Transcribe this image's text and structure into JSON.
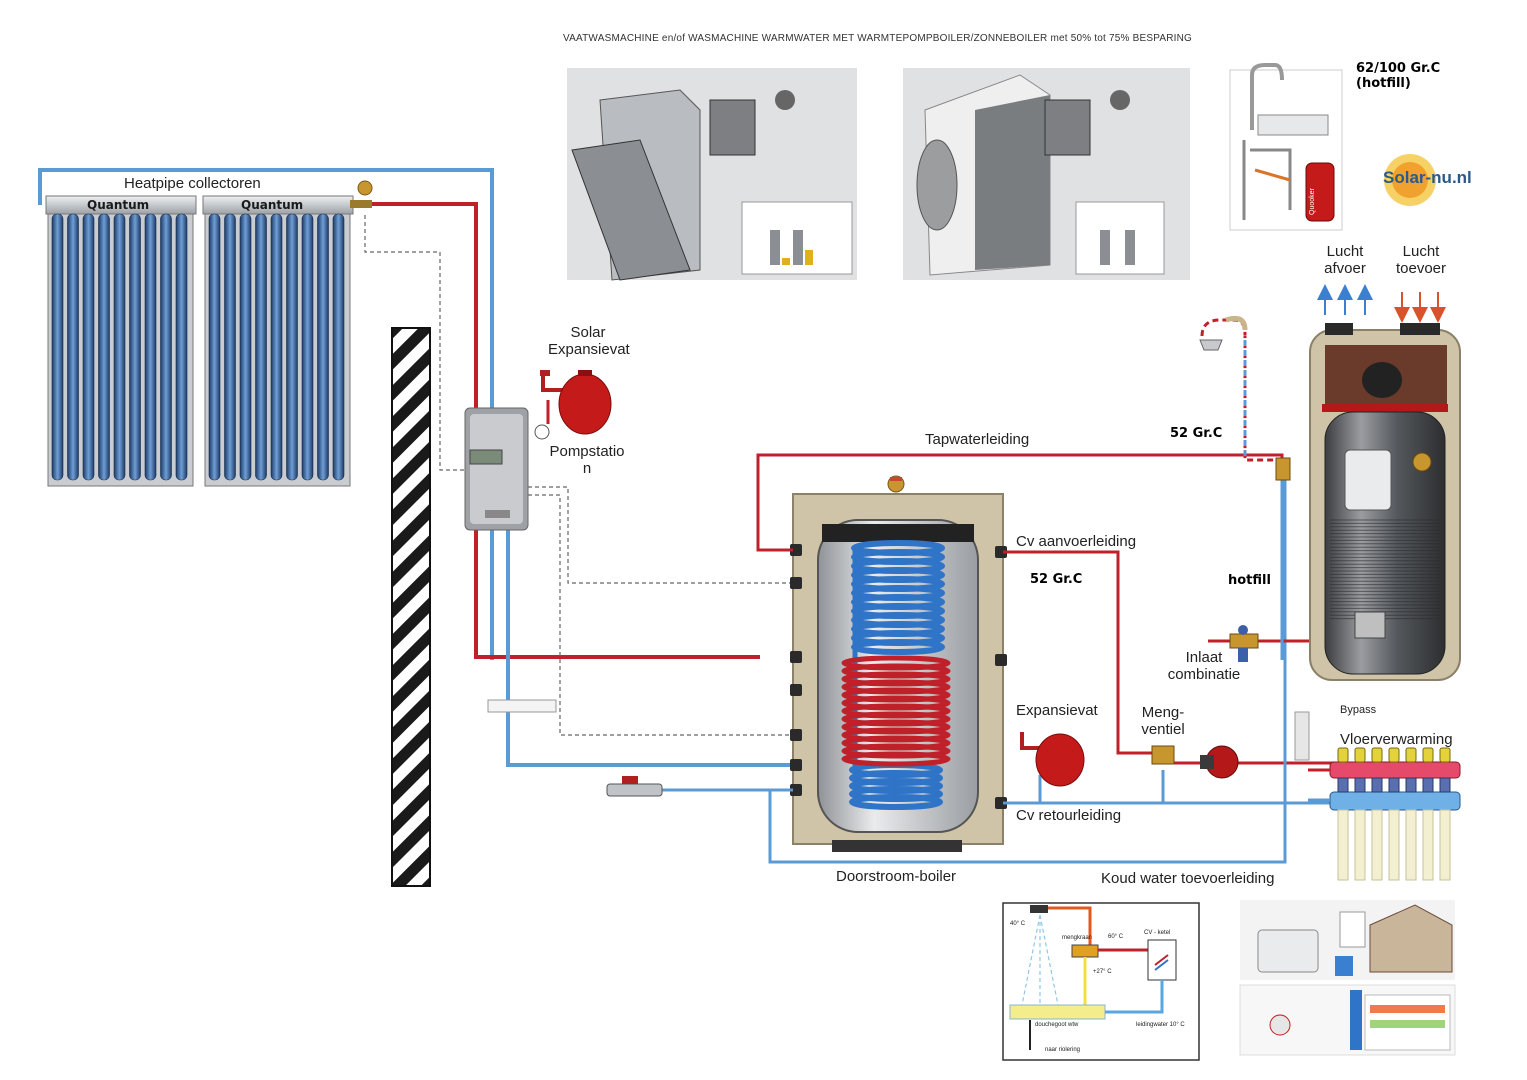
{
  "header": {
    "title": "VAATWASMACHINE en/of WASMACHINE WARMWATER MET WARMTEPOMPBOILER/ZONNEBOILER met 50% tot 75% BESPARING"
  },
  "collectors": {
    "title": "Heatpipe collectoren",
    "panel_left": "Quantum",
    "panel_right": "Quantum"
  },
  "labels": {
    "solar_expansion_line1": "Solar",
    "solar_expansion_line2": "Expansievat",
    "pump_station_line1": "Pompstatio",
    "pump_station_line2": "n",
    "tapwater": "Tapwaterleiding",
    "cv_supply": "Cv aanvoerleiding",
    "cv_return": "Cv retourleiding",
    "expansion": "Expansievat",
    "mixing_valve_line1": "Meng-",
    "mixing_valve_line2": "ventiel",
    "inlet_combo_line1": "Inlaat",
    "inlet_combo_line2": "combinatie",
    "flow_boiler": "Doorstroom-boiler",
    "cold_water": "Koud water toevoerleiding",
    "bypass": "Bypass",
    "floor_heating": "Vloerverwarming",
    "air_exhaust_line1": "Lucht",
    "air_exhaust_line2": "afvoer",
    "air_supply_line1": "Lucht",
    "air_supply_line2": "toevoer",
    "temp_main": "52 Gr.C",
    "temp_tank": "52 Gr.C",
    "hotfill": "hotfill",
    "quooker_temp_line1": "62/100 Gr.C",
    "quooker_temp_line2": "(hotfill)",
    "quooker_brand": "Quooker",
    "logo_text": "Solar-nu.nl"
  },
  "shower_diagram": {
    "t_shower": "40° C",
    "mixer": "mengkraan",
    "t_hot": "60° C",
    "boiler": "CV - ketel",
    "t_preheat": "+27° C",
    "drain": "douchegoot wtw",
    "mains": "leidingwater 10° C",
    "sewer": "naar riolering"
  },
  "colors": {
    "hot_pipe": "#c0202a",
    "cold_pipe": "#4a90c8",
    "tank_insulation": "#cfc4a8",
    "coil_blue": "#2f74c6",
    "coil_red": "#c0202a"
  }
}
